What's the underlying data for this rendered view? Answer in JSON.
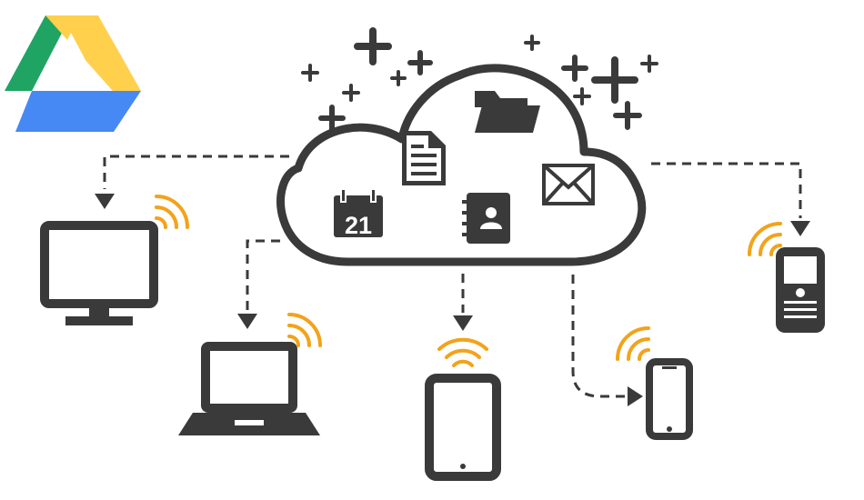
{
  "logo": {
    "name": "google-drive-logo",
    "colors": {
      "green": "#1fa463",
      "yellow": "#ffd04b",
      "blue": "#4688f4"
    }
  },
  "cloud": {
    "calendar_day": "21"
  },
  "icons": [
    "document-icon",
    "folder-icon",
    "envelope-icon",
    "calendar-icon",
    "contacts-icon"
  ],
  "devices": [
    "desktop-monitor",
    "laptop",
    "tablet",
    "smartphone",
    "blackberry-phone"
  ],
  "colors": {
    "ink": "#3a3a3a",
    "signal": "#f2a31b"
  }
}
